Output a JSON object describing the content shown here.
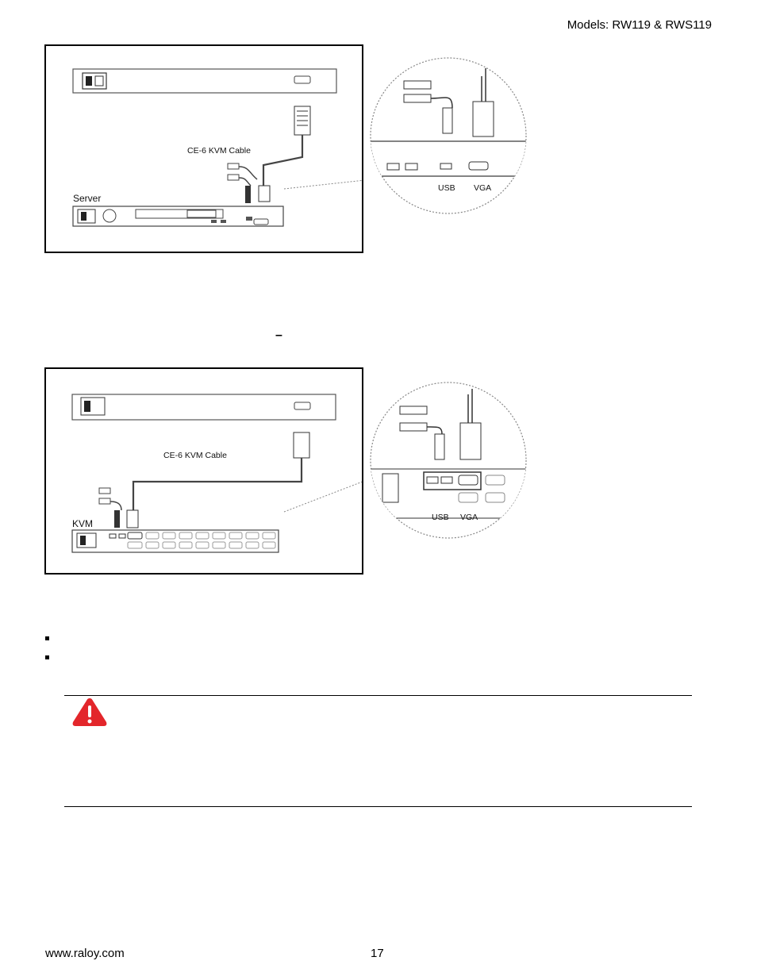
{
  "header": {
    "models": "Models: RW119 & RWS119"
  },
  "figure1": {
    "cable_label": "CE-6 KVM Cable",
    "device_label": "Server",
    "usb_label": "USB",
    "vga_label": "VGA"
  },
  "figure2": {
    "cable_label": "CE-6 KVM Cable",
    "device_label": "KVM",
    "usb_label": "USB",
    "vga_label": "VGA"
  },
  "separator": {
    "dash": "–"
  },
  "colors": {
    "warning_red": "#e3262b",
    "line": "#555555"
  },
  "icons": {
    "warning": "warning-triangle-icon"
  },
  "footer": {
    "url": "www.raloy.com",
    "page_number": "17"
  }
}
